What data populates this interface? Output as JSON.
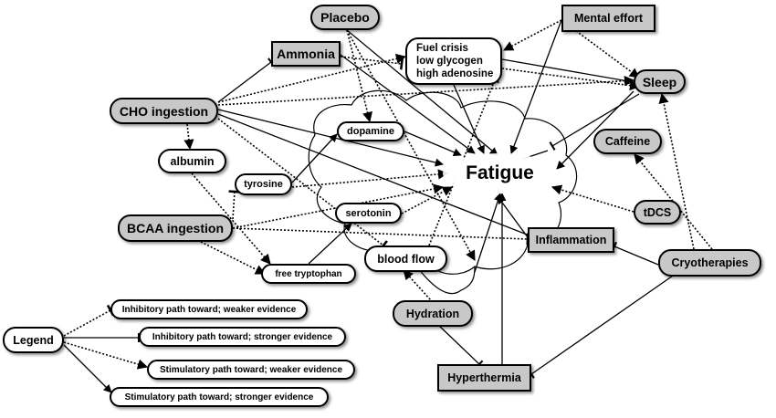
{
  "nodes": {
    "placebo": "Placebo",
    "mental_effort": "Mental effort",
    "ammonia": "Ammonia",
    "fuel_crisis": [
      "Fuel crisis",
      "low glycogen",
      "high adenosine"
    ],
    "sleep": "Sleep",
    "cho_ingestion": "CHO ingestion",
    "dopamine": "dopamine",
    "caffeine": "Caffeine",
    "albumin": "albumin",
    "fatigue": "Fatigue",
    "tyrosine": "tyrosine",
    "tdcs": "tDCS",
    "serotonin": "serotonin",
    "bcaa_ingestion": "BCAA ingestion",
    "inflammation": "Inflammation",
    "blood_flow": "blood flow",
    "cryotherapies": "Cryotherapies",
    "free_tryptophan": "free tryptophan",
    "hydration": "Hydration",
    "hyperthermia": "Hyperthermia"
  },
  "legend": {
    "title": "Legend",
    "items": [
      "Inhibitory path toward; weaker evidence",
      "Inhibitory path toward; stronger evidence",
      "Stimulatory path toward; weaker evidence",
      "Stimulatory path toward; stronger evidence"
    ]
  }
}
